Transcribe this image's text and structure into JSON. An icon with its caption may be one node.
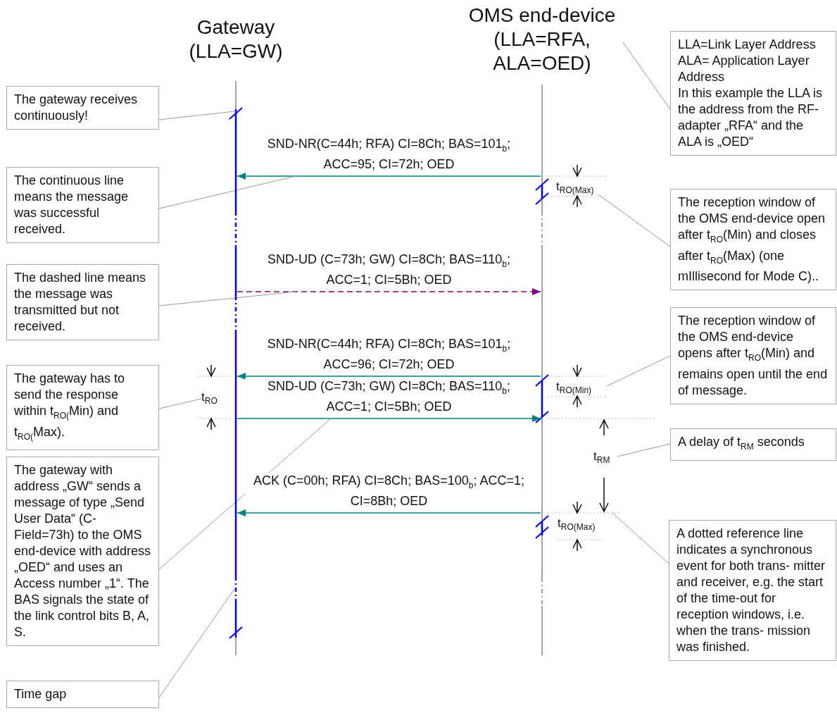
{
  "diagram": {
    "nodes": [
      {
        "text": [
          "Gateway (LLA=GW)"
        ]
      },
      {
        "text": [
          "OMS end-device (LLA=RFA, ALA=OED)"
        ]
      },
      {
        "text": [],
        "shape": "bar"
      },
      {
        "text": [],
        "shape": "bar"
      },
      {
        "text": [
          "The gateway receives continuously!"
        ]
      },
      {
        "text": [
          "The continuous line means the message was successful received."
        ]
      },
      {
        "text": [
          "The dashed line means the message was transmitted but not received."
        ]
      },
      {
        "text": [
          "The gateway has to send the response within t$_{RO(}$Min) and t$_{RO(}$Max)."
        ]
      },
      {
        "text": [
          "The gateway with address „GW“ sends a message of type „Send User Data“ (C-Field=73h) to the OMS end-device with address „OED“ and uses an Access number „1“. The BAS signals the state of the link control bits B, A, S."
        ]
      },
      {
        "text": [
          "Time gap"
        ]
      },
      {
        "text": [
          "LLA=Link Layer Address",
          "ALA= Application Layer Address",
          "In this example the LLA is the address from the RF-adapter „RFA“ and the ALA is „OED“"
        ]
      },
      {
        "text": [
          "The reception window of the OMS end-device open after t$_{RO}$(Min) and closes after t$_{RO}$(Max) (one mIllisecond for Mode C).."
        ]
      },
      {
        "text": [
          "The reception window of the OMS end-device opens after t$_{RO}$(Min) and remains open until the end of message."
        ]
      },
      {
        "text": [
          "A delay of t$_{RM}$ seconds"
        ]
      },
      {
        "text": [
          "A dotted reference line indicates a synchronous event for both trans- mitter and receiver, e.g. the start of the time-out for reception windows, i.e. when the trans- mission was finished."
        ]
      },
      {
        "text": [
          "t$_{RO(Max)}$"
        ]
      },
      {
        "text": [
          "t$_{RO}$"
        ]
      },
      {
        "text": [
          "t$_{RO(Min)}$"
        ]
      },
      {
        "text": [
          "t$_{RM}$"
        ]
      },
      {
        "text": [
          "t$_{RO(Max)}$"
        ]
      }
    ],
    "edges": [
      {
        "from": 3,
        "to": 2,
        "arrow": "to",
        "label": "SND-NR(C=44h; RFA) CI=8Ch; BAS=101$_{b}$; ACC=95; CI=72h; OED",
        "color": "#008080"
      },
      {
        "from": 2,
        "to": 3,
        "arrow": "to",
        "label": "SND-UD (C=73h; GW) CI=8Ch; BAS=110$_{b}$; ACC=1; CI=5Bh; OED",
        "style": "dashed",
        "color": "#800080"
      },
      {
        "from": 3,
        "to": 2,
        "arrow": "to",
        "label": "SND-NR(C=44h; RFA) CI=8Ch; BAS=101$_{b}$; ACC=96; CI=72h; OED",
        "color": "#008080"
      },
      {
        "from": 2,
        "to": 3,
        "arrow": "to",
        "label": "SND-UD (C=73h; GW) CI=8Ch; BAS=110$_{b}$; ACC=1; CI=5Bh; OED",
        "color": "#008080"
      },
      {
        "from": 3,
        "to": 2,
        "arrow": "to",
        "label": "ACK (C=00h; RFA) CI=8Ch; BAS=100$_{b}$; ACC=1; CI=8Bh; OED",
        "color": "#008080"
      },
      {
        "from": 4,
        "to": 2,
        "arrow": "none"
      },
      {
        "from": 5,
        "to": null,
        "arrow": "none"
      },
      {
        "from": 6,
        "to": null,
        "arrow": "none"
      },
      {
        "from": 7,
        "to": 16,
        "arrow": "none"
      },
      {
        "from": 8,
        "to": null,
        "arrow": "none"
      },
      {
        "from": 9,
        "to": 2,
        "arrow": "none"
      },
      {
        "from": 10,
        "to": 1,
        "arrow": "none"
      },
      {
        "from": 11,
        "to": 15,
        "arrow": "none"
      },
      {
        "from": 12,
        "to": 17,
        "arrow": "none"
      },
      {
        "from": 13,
        "to": 18,
        "arrow": "none"
      },
      {
        "from": 14,
        "to": null,
        "arrow": "none"
      }
    ]
  }
}
